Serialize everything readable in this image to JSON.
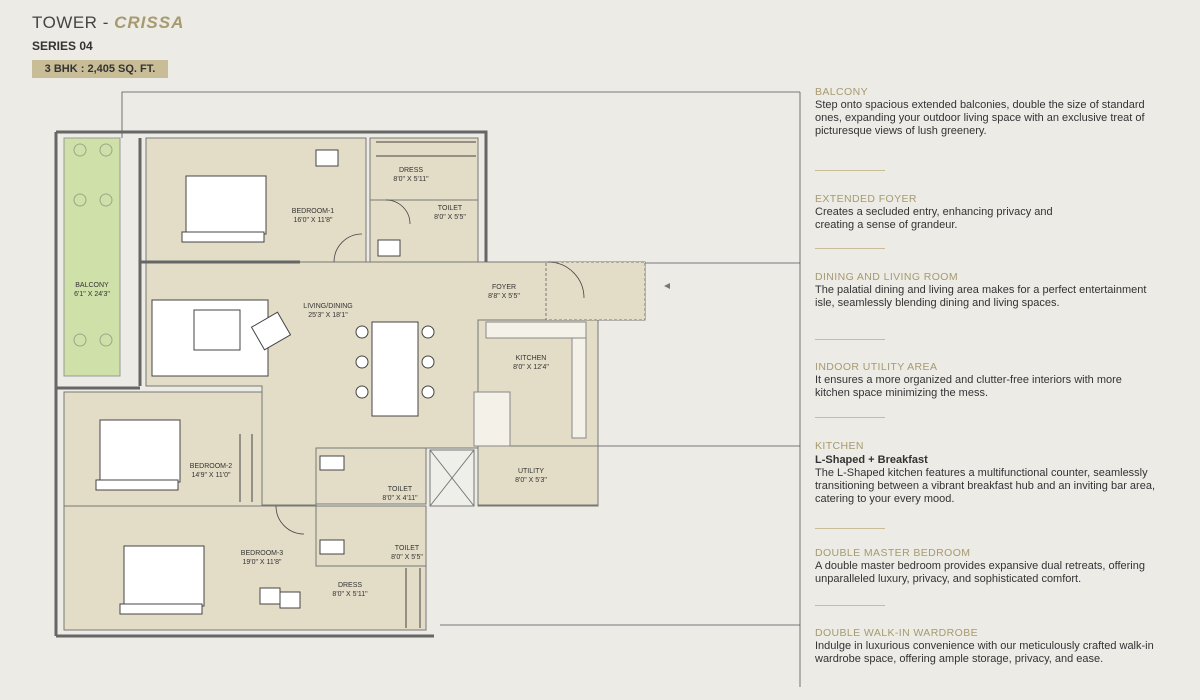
{
  "header": {
    "tower_label": "TOWER",
    "separator": "-",
    "tower_name": "CRISSA",
    "series": "SERIES 04",
    "config": "3 BHK : 2,405 SQ. FT."
  },
  "rooms": [
    {
      "name": "BEDROOM-1",
      "size": "16'0\" X 11'8\""
    },
    {
      "name": "DRESS",
      "size": "8'0\" X 5'11\""
    },
    {
      "name": "TOILET",
      "size": "8'0\" X 5'5\""
    },
    {
      "name": "BALCONY",
      "size": "6'1\" X 24'3\""
    },
    {
      "name": "LIVING/DINING",
      "size": "25'3\" X 18'1\""
    },
    {
      "name": "FOYER",
      "size": "8'8\" X 5'5\""
    },
    {
      "name": "KITCHEN",
      "size": "8'0\" X 12'4\""
    },
    {
      "name": "BEDROOM-2",
      "size": "14'9\" X 11'0\""
    },
    {
      "name": "TOILET",
      "size": "8'0\" X 4'11\""
    },
    {
      "name": "UTILITY",
      "size": "8'0\" X 5'3\""
    },
    {
      "name": "TOILET",
      "size": "8'0\" X 5'5\""
    },
    {
      "name": "BEDROOM-3",
      "size": "19'0\" X 11'8\""
    },
    {
      "name": "DRESS",
      "size": "8'0\" X 5'11\""
    }
  ],
  "features": [
    {
      "title": "BALCONY",
      "subtitle": "",
      "desc": "Step onto spacious extended balconies, double the size of standard ones, expanding your outdoor living space with an exclusive treat of picturesque views of lush greenery."
    },
    {
      "title": "EXTENDED FOYER",
      "subtitle": "",
      "desc": "Creates a secluded entry, enhancing privacy and creating a sense of grandeur."
    },
    {
      "title": "DINING AND LIVING ROOM",
      "subtitle": "",
      "desc": "The palatial dining and living area makes for a perfect entertainment isle, seamlessly blending dining and living spaces."
    },
    {
      "title": "INDOOR UTILITY AREA",
      "subtitle": "",
      "desc": "It ensures a more organized and clutter-free interiors with more kitchen space minimizing the mess."
    },
    {
      "title": "KITCHEN",
      "subtitle": "L-Shaped + Breakfast",
      "desc": "The L-Shaped kitchen features a multifunctional counter, seamlessly transitioning between a vibrant breakfast hub and an inviting bar area, catering to your every mood."
    },
    {
      "title": "DOUBLE MASTER BEDROOM",
      "subtitle": "",
      "desc": "A double master bedroom provides expansive dual retreats, offering unparalleled luxury, privacy, and sophisticated comfort."
    },
    {
      "title": "DOUBLE WALK-IN WARDROBE",
      "subtitle": "",
      "desc": "Indulge in luxurious convenience with our meticulously crafted walk-in wardrobe space, offering ample storage, privacy, and ease."
    }
  ]
}
